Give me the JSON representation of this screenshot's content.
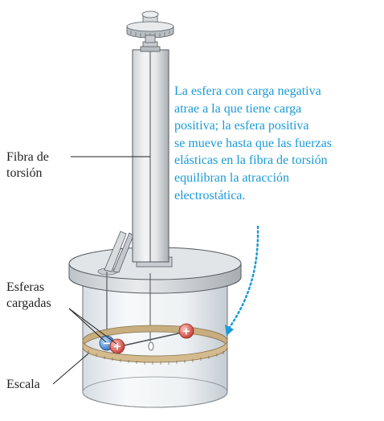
{
  "labels": {
    "fiber": [
      "Fibra de",
      "torsión"
    ],
    "spheres": [
      "Esferas",
      "cargadas"
    ],
    "scale": "Escala"
  },
  "callout": [
    "La esfera con carga negativa",
    "atrae a la que tiene carga",
    "positiva; la esfera positiva",
    "se mueve hasta que las fuerzas",
    "elásticas en la fibra de torsión",
    "equilibran la atracción",
    "electrostática."
  ],
  "charges": {
    "negative": "−",
    "positive": "+"
  },
  "colors": {
    "callout": "#1a9ad6",
    "negative_sphere": "#3a7fc4",
    "positive_sphere": "#d9534f",
    "scale_band": "#c8ad7f"
  }
}
